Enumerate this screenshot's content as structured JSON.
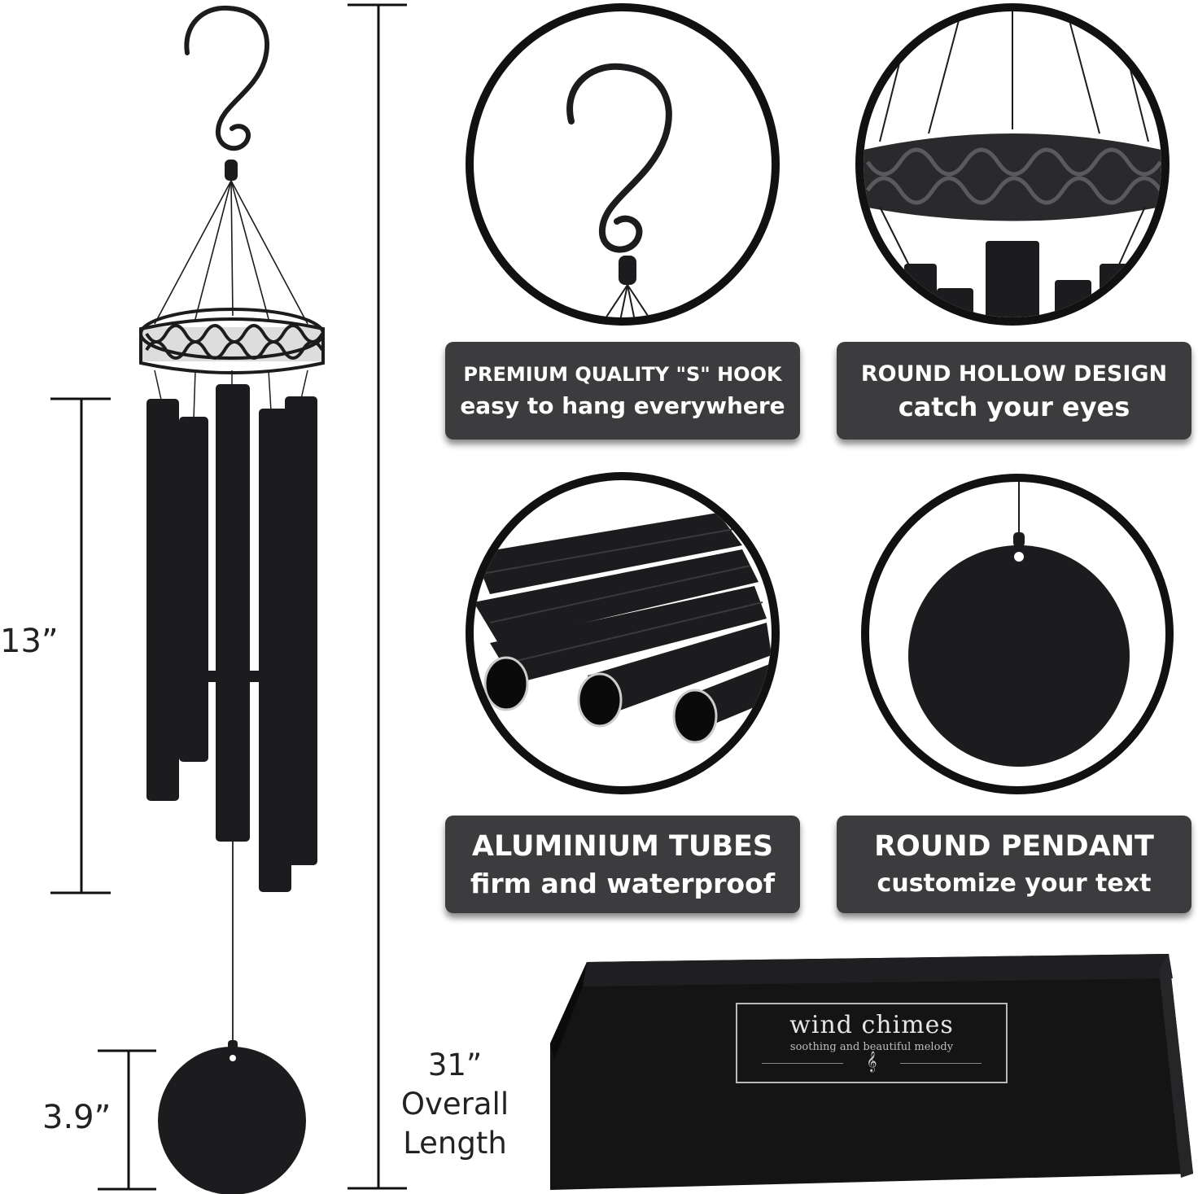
{
  "dimensions": {
    "tube_length": "13”",
    "pendant_diameter": "3.9”",
    "overall_value": "31”",
    "overall_word1": "Overall",
    "overall_word2": "Length"
  },
  "features": [
    {
      "title": "PREMIUM QUALITY \"S\" HOOK",
      "subtitle": "easy to hang everywhere",
      "icon": "s-hook-icon"
    },
    {
      "title": "ROUND HOLLOW DESIGN",
      "subtitle": "catch your eyes",
      "icon": "round-ring-icon"
    },
    {
      "title": "ALUMINIUM TUBES",
      "subtitle": "firm and waterproof",
      "icon": "tubes-icon"
    },
    {
      "title": "ROUND PENDANT",
      "subtitle": "customize your text",
      "icon": "pendant-icon"
    }
  ],
  "box_label": {
    "title": "wind chimes",
    "subtitle": "soothing and beautiful melody",
    "icon": "treble-clef-icon"
  },
  "colors": {
    "product": "#1c1c1e",
    "label_box": "#3c3c3e",
    "label_text": "#ffffff",
    "gift_box": "#141414"
  }
}
